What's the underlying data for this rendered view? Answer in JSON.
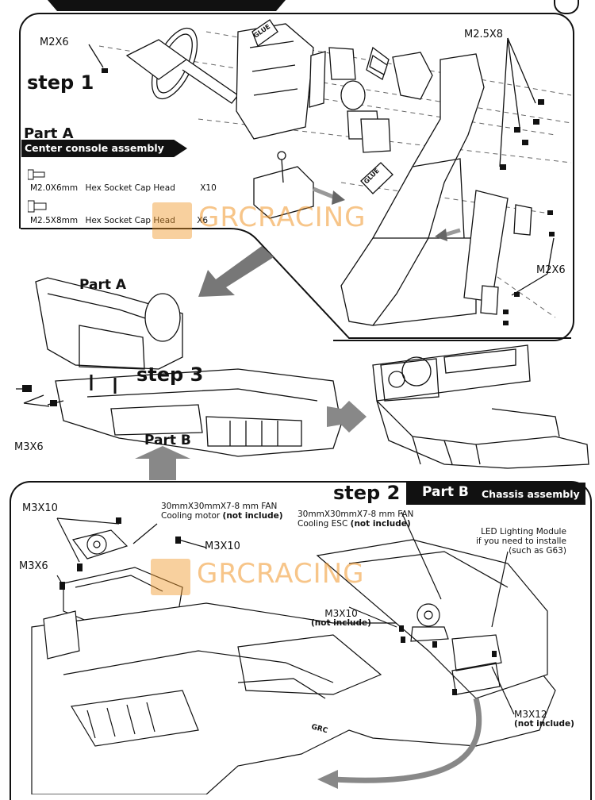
{
  "step1": {
    "title": "step 1",
    "glue_label_1": "GLUE",
    "glue_label_2": "GLUE",
    "screw_left": "M2X6",
    "screw_top_right": "M2.5X8",
    "screw_bottom_right": "M2X6"
  },
  "partA": {
    "title": "Part  A",
    "subtitle": "Center console assembly",
    "screws": [
      {
        "size": "M2.0X6mm",
        "type": "Hex Socket Cap Head",
        "qty": "X10"
      },
      {
        "size": "M2.5X8mm",
        "type": "Hex Socket Cap Head",
        "qty": "X6"
      }
    ]
  },
  "step3": {
    "title": "step 3",
    "part_a_label": "Part  A",
    "part_b_label": "Part  B",
    "screw_label": "M3X6"
  },
  "step2": {
    "title": "step 2",
    "part": "Part  B",
    "subtitle": "Chassis assembly",
    "m3x10_top": "M3X10",
    "fan_motor_line1": "30mmX30mmX7-8 mm FAN",
    "fan_motor_line2": "Cooling motor",
    "fan_motor_note": "(not include)",
    "m3x10_mid": "M3X10",
    "m3x6": "M3X6",
    "fan_esc_line1": "30mmX30mmX7-8 mm FAN",
    "fan_esc_line2": "Cooling ESC",
    "fan_esc_note": "(not include)",
    "led_line1": "LED Lighting Module",
    "led_line2": "if you need to installe",
    "led_line3": "(such as G63)",
    "m3x10_esc": "M3X10",
    "m3x10_esc_note": "(not include)",
    "m3x12": "M3X12",
    "m3x12_note": "(not include)",
    "chassis_mark": "GRC"
  },
  "watermark": {
    "text_1": "GRCRACING",
    "text_2": "GRCRACING",
    "color": "#f0962a"
  }
}
